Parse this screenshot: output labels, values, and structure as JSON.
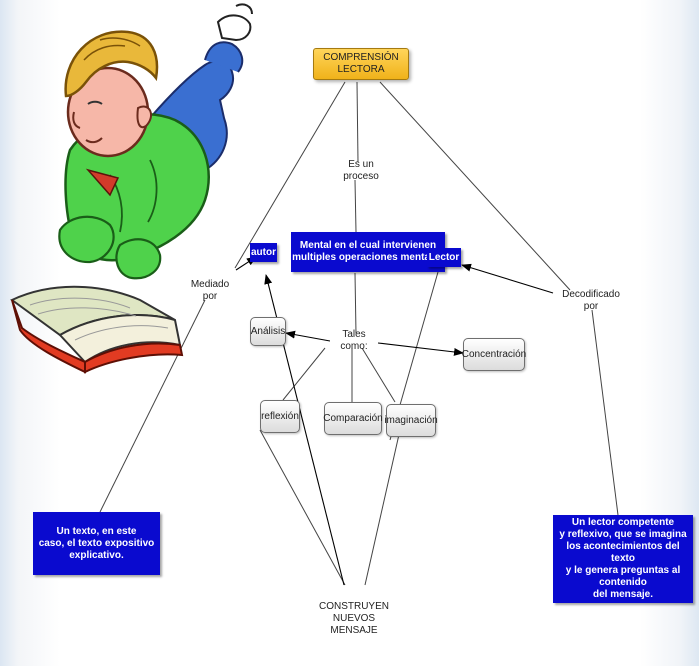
{
  "title": "COMPRENSIÓN LECTORA",
  "links": {
    "es_un_proceso": "Es un proceso",
    "mediado_por": "Mediado por",
    "decodificado_por": "Decodificado por",
    "tales_como": "Tales como:"
  },
  "concepts": {
    "mental": "Mental en el cual intervienen\nmultiples operaciones mentales",
    "autor": "autor",
    "lector": "Lector",
    "analisis": "Análisis",
    "concentracion": "Concentración",
    "reflexion": "reflexión",
    "comparacion": "Comparación",
    "imaginacion": "imaginación",
    "texto": "Un texto, en este\ncaso, el texto expositivo\nexplicativo.",
    "lector_competente": "Un lector competente\ny reflexivo, que se imagina\nlos acontecimientos del texto\ny le genera preguntas al contenido\ndel mensaje.",
    "construyen": "CONSTRUYEN\nNUEVOS MENSAJE"
  },
  "colors": {
    "concept_blue": "#0a0acf",
    "title_gold": "#f0b21a",
    "line": "#333333"
  },
  "illustration": "boy-reading-book"
}
